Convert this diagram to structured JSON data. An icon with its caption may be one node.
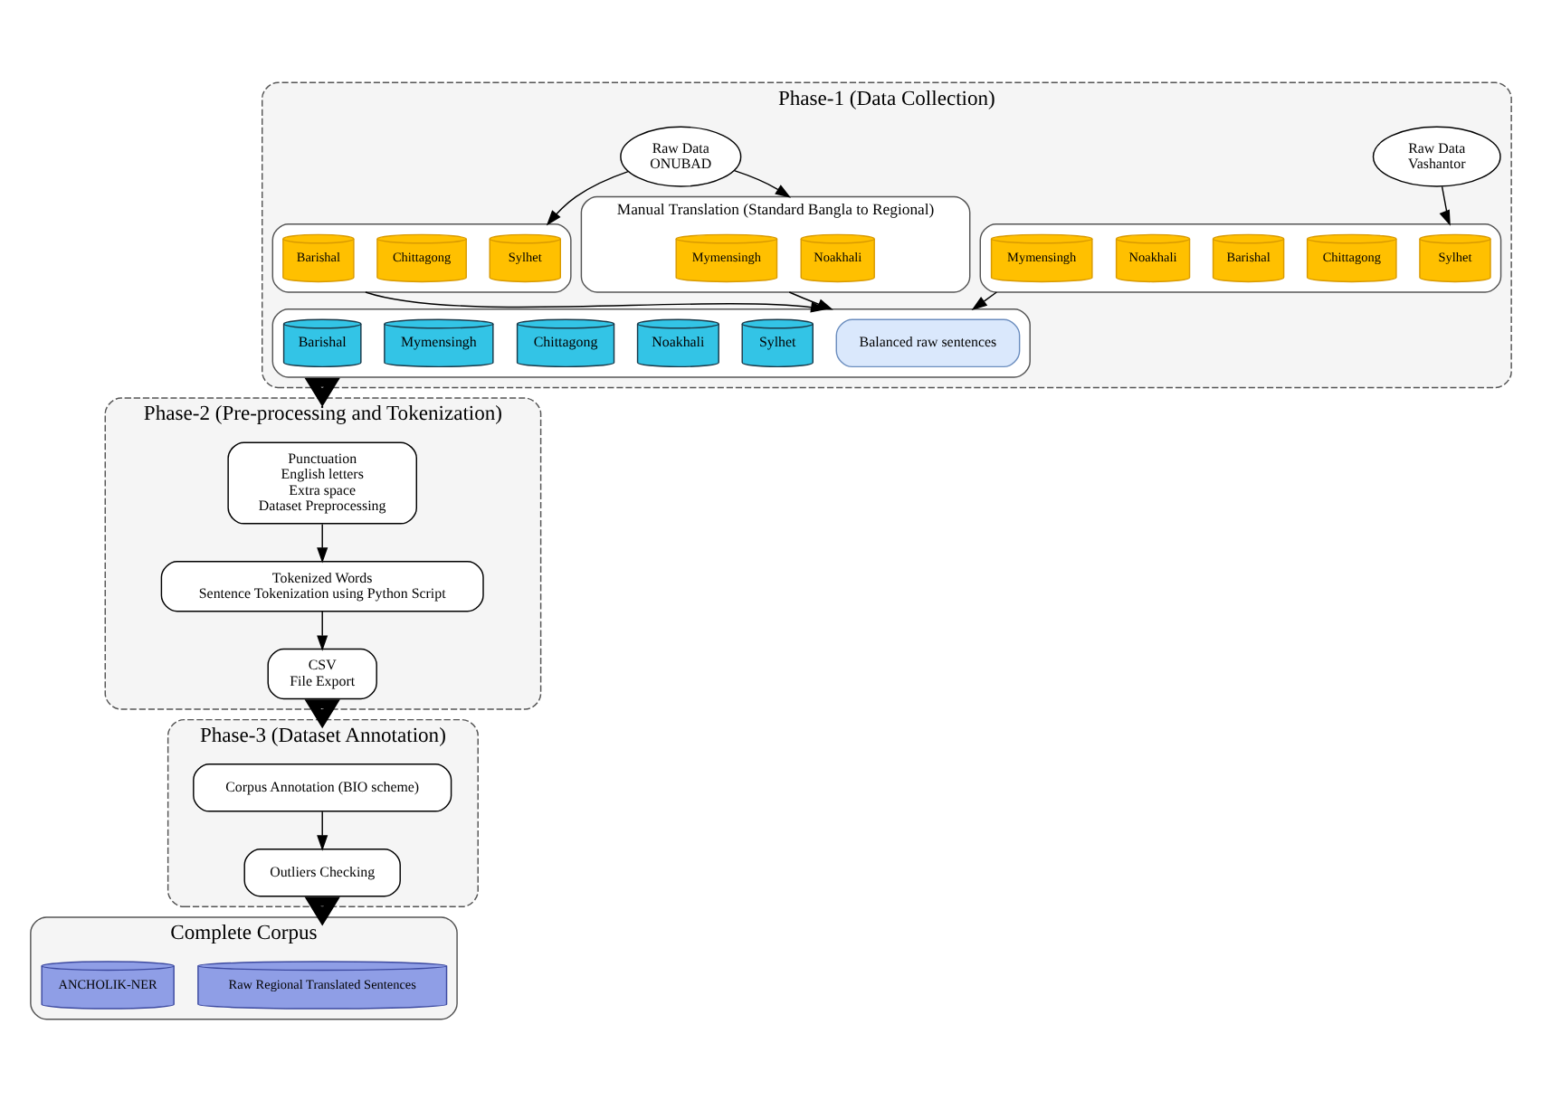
{
  "diagram": {
    "nodes": [
      {
        "text": [
          "Phase-1 (Data Collection)"
        ]
      },
      {
        "text": [
          "Raw Data",
          "Vashantor"
        ],
        "in": 0
      },
      {
        "text": [
          "Raw Data",
          "ONUBAD"
        ],
        "in": 0
      },
      {
        "text": [],
        "shape": "box",
        "in": 0
      },
      {
        "text": [
          "Sylhet"
        ],
        "in": 3
      },
      {
        "text": [
          "Chittagong"
        ],
        "in": 3
      },
      {
        "text": [
          "Barishal"
        ],
        "in": 3
      },
      {
        "text": [
          "Noakhali"
        ],
        "in": 3
      },
      {
        "text": [
          "Mymensingh"
        ],
        "in": 3
      },
      {
        "text": [],
        "shape": "box",
        "in": 0
      },
      {
        "text": [
          "Sylhet"
        ],
        "in": 9
      },
      {
        "text": [
          "Chittagong"
        ],
        "in": 9
      },
      {
        "text": [
          "Barishal"
        ],
        "in": 9
      },
      {
        "text": [
          "Manual Translation (Standard Bangla to Regional)"
        ],
        "in": 0
      },
      {
        "text": [
          "Noakhali"
        ],
        "in": 13
      },
      {
        "text": [
          "Mymensingh"
        ],
        "in": 13
      },
      {
        "text": [],
        "shape": "box",
        "in": 0
      },
      {
        "text": [
          "Balanced raw sentences"
        ],
        "in": 16
      },
      {
        "text": [
          "Sylhet"
        ],
        "in": 16
      },
      {
        "text": [
          "Noakhali"
        ],
        "in": 16
      },
      {
        "text": [
          "Chittagong"
        ],
        "in": 16
      },
      {
        "text": [
          "Mymensingh"
        ],
        "in": 16
      },
      {
        "text": [
          "Barishal"
        ],
        "in": 16
      },
      {
        "text": [
          "Phase-2 (Pre-processing and Tokenization)"
        ]
      },
      {
        "text": [
          "Punctuation",
          "English letters",
          "Extra space",
          "Dataset Preprocessing"
        ],
        "in": 23
      },
      {
        "text": [
          "Tokenized Words",
          "Sentence Tokenization using Python Script"
        ],
        "in": 23
      },
      {
        "text": [
          "CSV",
          "File Export"
        ],
        "in": 23
      },
      {
        "text": [
          "Phase-3 (Dataset Annotation)"
        ]
      },
      {
        "text": [
          "Corpus Annotation (BIO scheme)"
        ],
        "in": 27
      },
      {
        "text": [
          "Outliers Checking"
        ],
        "in": 27
      },
      {
        "text": [
          "Complete Corpus"
        ]
      },
      {
        "text": [
          "Raw Regional Translated Sentences"
        ],
        "in": 30
      },
      {
        "text": [
          "ANCHOLIK-NER"
        ],
        "in": 30
      }
    ],
    "edges": [
      {
        "from": 1,
        "to": 3,
        "arrow": "to"
      },
      {
        "from": 2,
        "to": 9,
        "arrow": "to"
      },
      {
        "from": 2,
        "to": 13,
        "arrow": "to"
      },
      {
        "from": 3,
        "to": 16,
        "arrow": "to"
      },
      {
        "from": 9,
        "to": 16,
        "arrow": "to"
      },
      {
        "from": 13,
        "to": 16,
        "arrow": "to"
      },
      {
        "from": 0,
        "to": 23,
        "arrow": "to",
        "style": "thick"
      },
      {
        "from": 24,
        "to": 25,
        "arrow": "to"
      },
      {
        "from": 25,
        "to": 26,
        "arrow": "to"
      },
      {
        "from": 23,
        "to": 27,
        "arrow": "to",
        "style": "thick"
      },
      {
        "from": 28,
        "to": 29,
        "arrow": "to"
      },
      {
        "from": 27,
        "to": 30,
        "arrow": "to",
        "style": "thick"
      }
    ]
  }
}
